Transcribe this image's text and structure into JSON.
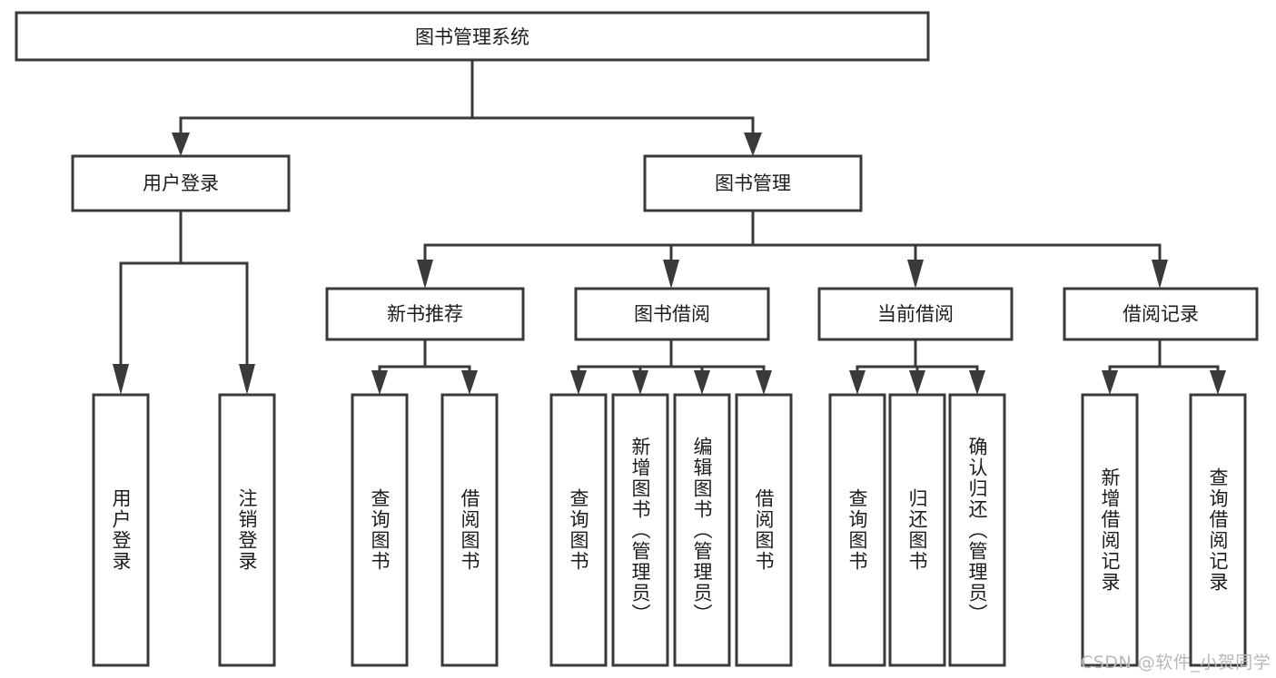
{
  "diagram": {
    "title": "图书管理系统",
    "type": "tree-hierarchy",
    "watermark": "CSDN @软件_小贺同学",
    "colors": {
      "stroke": "#3a3a3a",
      "fill": "#ffffff",
      "text": "#1c1c1c",
      "watermark": "#b8b8b8"
    },
    "root": {
      "label": "图书管理系统"
    },
    "level2": [
      {
        "label": "用户登录"
      },
      {
        "label": "图书管理"
      }
    ],
    "level3": [
      {
        "label": "新书推荐"
      },
      {
        "label": "图书借阅"
      },
      {
        "label": "当前借阅"
      },
      {
        "label": "借阅记录"
      }
    ],
    "leaves": {
      "user_login": [
        {
          "label": "用户登录"
        },
        {
          "label": "注销登录"
        }
      ],
      "new_book_recommend": [
        {
          "label": "查询图书"
        },
        {
          "label": "借阅图书"
        }
      ],
      "book_borrow": [
        {
          "label": "查询图书"
        },
        {
          "label": "新增图书（管理员）"
        },
        {
          "label": "编辑图书（管理员）"
        },
        {
          "label": "借阅图书"
        }
      ],
      "current_borrow": [
        {
          "label": "查询图书"
        },
        {
          "label": "归还图书"
        },
        {
          "label": "确认归还（管理员）"
        }
      ],
      "borrow_record": [
        {
          "label": "新增借阅记录"
        },
        {
          "label": "查询借阅记录"
        }
      ]
    }
  }
}
